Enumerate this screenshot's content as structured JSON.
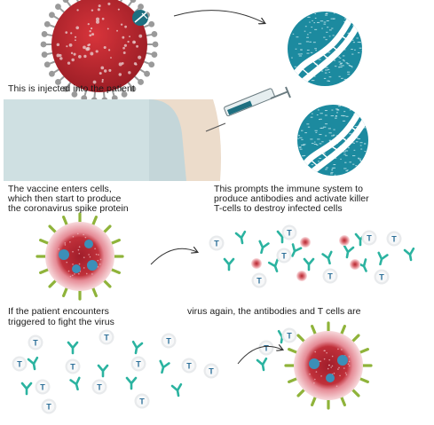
{
  "captions": {
    "injected": "This is injected into the patient",
    "enters_cells": "The vaccine enters cells,\nwhich then start to produce\nthe coronavirus spike protein",
    "immune_response": "This prompts the immune system to\nproduce antibodies and activate killer\nT-cells to destroy infected cells",
    "encounter_before": "If the patient encounters",
    "encounter_after": "virus again, the antibodies and T cells are",
    "encounter_line2": "triggered to fight the virus"
  },
  "tcell_letter": "T",
  "colors": {
    "virus_red": "#b5262e",
    "spike_gray": "#9a9a9a",
    "dna_teal": "#1c8a9f",
    "antibody_green": "#2bb3a0",
    "infected_pink": "#e9a0a8",
    "spike_green": "#8fb33a",
    "protein_blue": "#3c8fb8",
    "skin": "#ecdccb",
    "shirt": "#cfe0e2"
  },
  "icons": [
    "virus-icon",
    "dna-circle-icon",
    "syringe-icon",
    "arrow-icon",
    "antibody-icon",
    "t-cell-icon",
    "infected-cell-icon"
  ]
}
